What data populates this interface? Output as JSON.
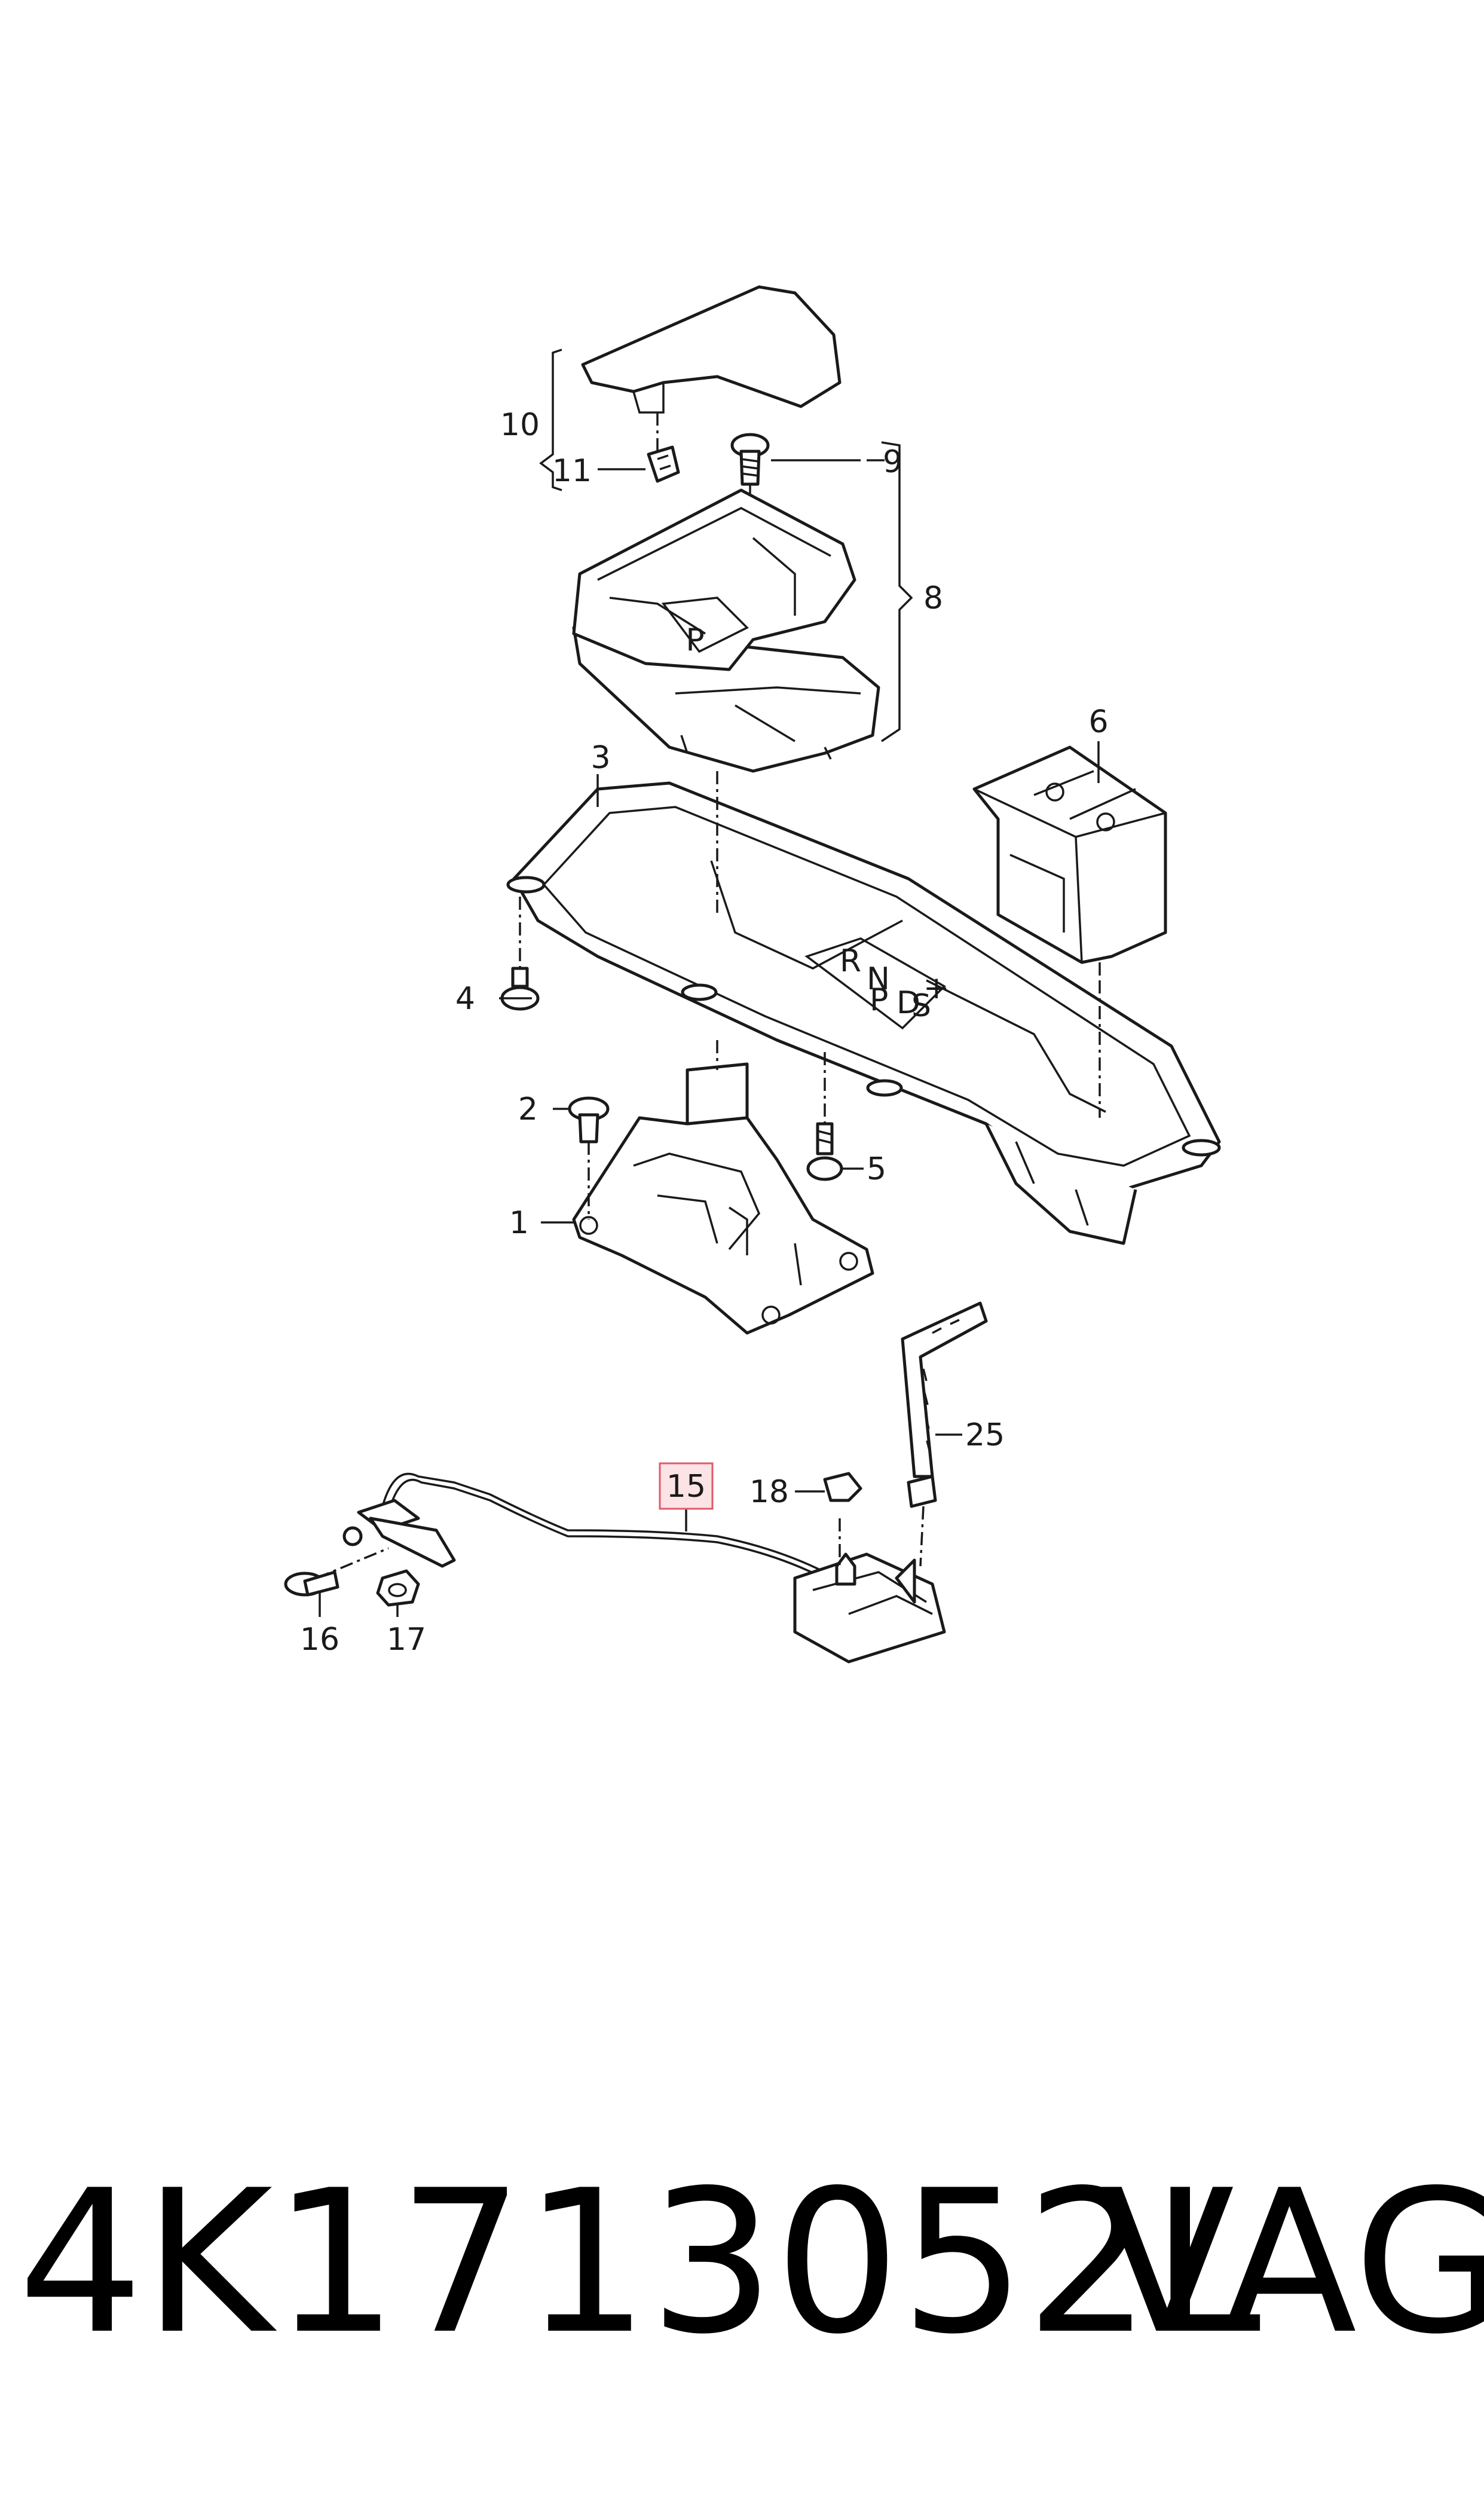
{
  "callouts": {
    "c1": "1",
    "c2": "2",
    "c3": "3",
    "c4": "4",
    "c5": "5",
    "c6": "6",
    "c8": "8",
    "c9": "9",
    "c10": "10",
    "c11": "11",
    "c15": "15",
    "c16": "16",
    "c17": "17",
    "c18": "18",
    "c25": "25"
  },
  "selector_symbols": {
    "park": "P",
    "gate_r": "R",
    "gate_n": "N",
    "gate_p": "P",
    "gate_d": "D",
    "gate_s": "S",
    "gate_plus": "+"
  },
  "highlight_color": "#e05a6a",
  "footer": {
    "part_number": "4K1713052L",
    "brand": "VAG"
  }
}
